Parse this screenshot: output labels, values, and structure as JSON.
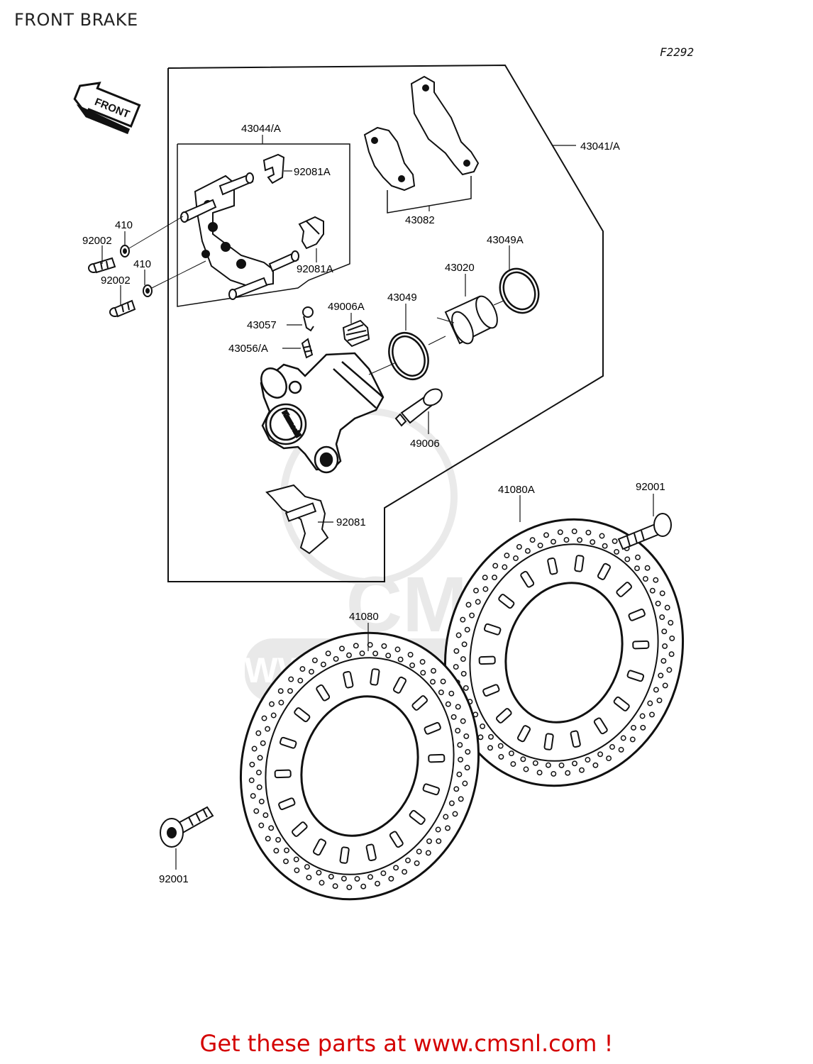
{
  "page": {
    "title": "FRONT BRAKE",
    "diagram_code": "F2292",
    "footer": "Get these parts at www.cmsnl.com !",
    "accent_color": "#d40000"
  },
  "diagram": {
    "front_arrow_label": "FRONT",
    "watermark_text": "WWW.CMSNL.COM",
    "watermark_logo_letters": "CMS",
    "part_labels": {
      "p43044A": "43044/A",
      "p43041A": "43041/A",
      "p92081A_1": "92081A",
      "p92081A_2": "92081A",
      "p43082": "43082",
      "p410_1": "410",
      "p410_2": "410",
      "p92002_1": "92002",
      "p92002_2": "92002",
      "p43049A": "43049A",
      "p43020": "43020",
      "p43049": "43049",
      "p49006A": "49006A",
      "p43057": "43057",
      "p43056A": "43056/A",
      "p49006": "49006",
      "p41080A": "41080A",
      "p92001_1": "92001",
      "p92081": "92081",
      "p41080": "41080",
      "p92001_2": "92001"
    }
  }
}
